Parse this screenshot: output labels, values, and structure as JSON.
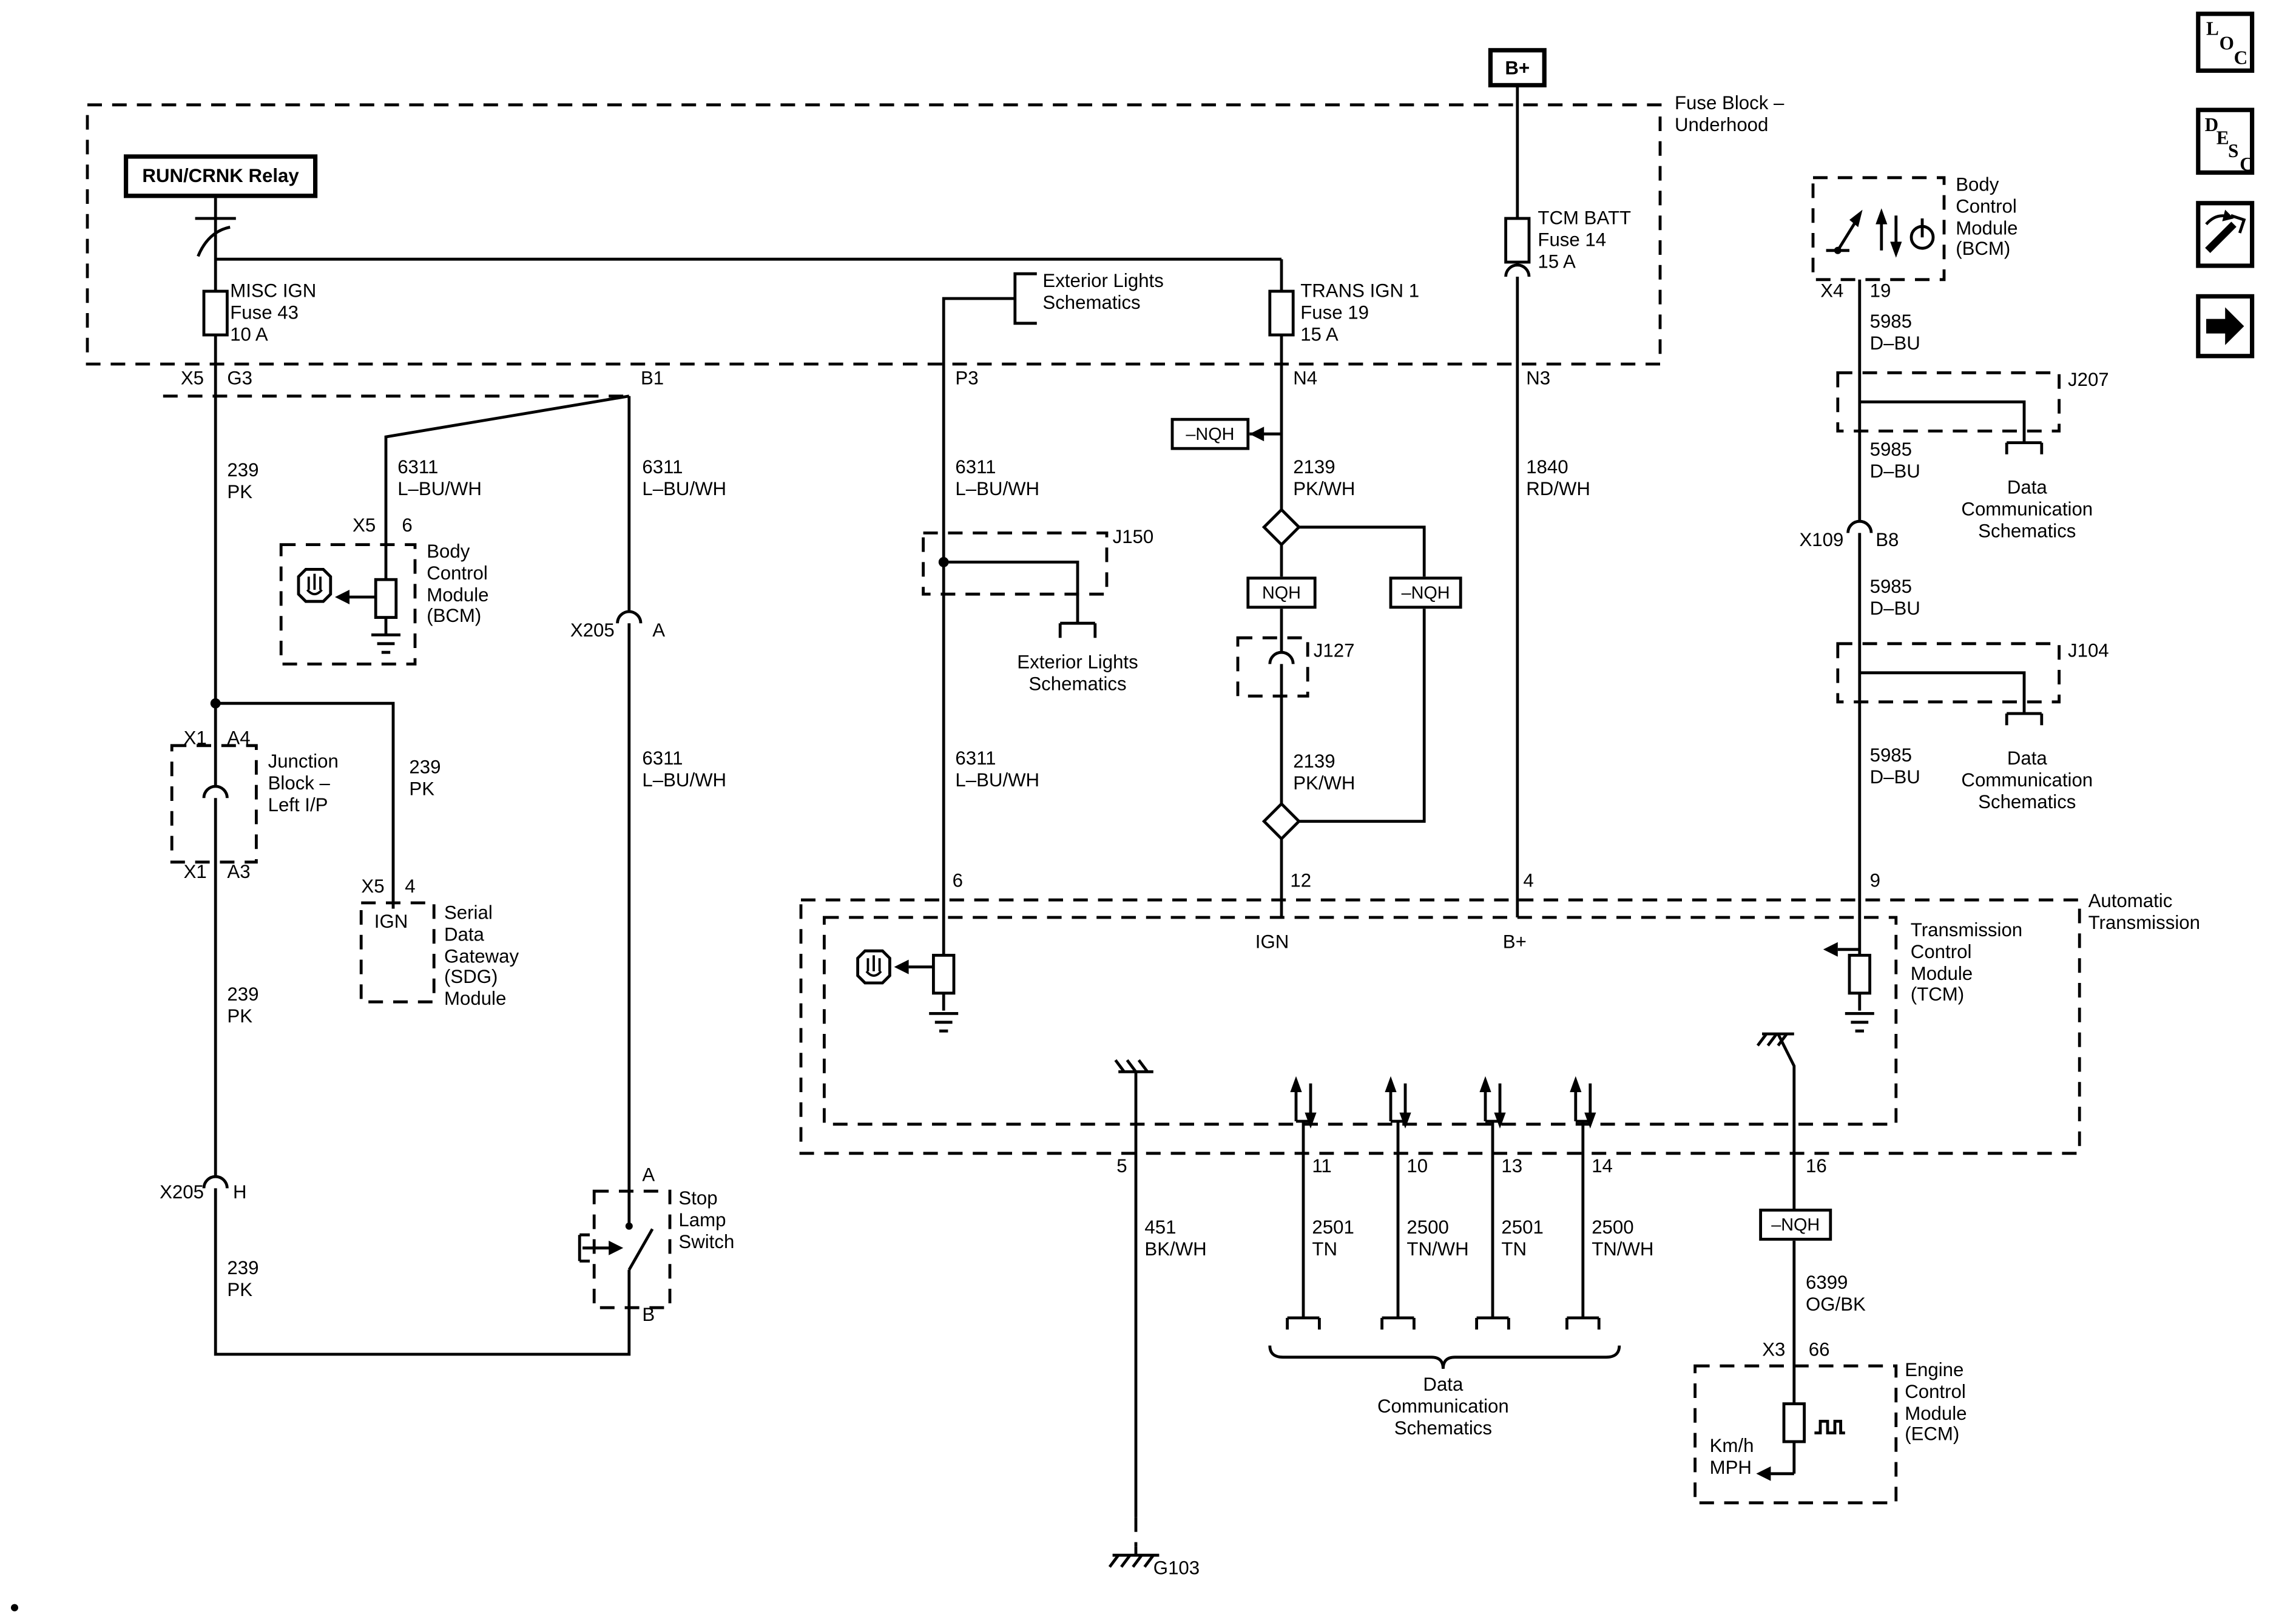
{
  "colors": {
    "line": "#000000",
    "background": "#ffffff"
  },
  "labels": {
    "fuse_block_title": "Fuse Block –\nUnderhood",
    "b_plus": "B+",
    "run_crnk_relay": "RUN/CRNK Relay",
    "misc_ign_fuse": "MISC IGN\nFuse 43\n10 A",
    "trans_ign_fuse": "TRANS IGN 1\nFuse 19\n15 A",
    "tcm_batt_fuse": "TCM BATT\nFuse 14\n15 A",
    "ext_lights_top": "Exterior Lights\nSchematics",
    "ext_lights_mid": "Exterior Lights\nSchematics",
    "conn_x5_a": "X5",
    "conn_g3": "G3",
    "conn_b1": "B1",
    "conn_p3": "P3",
    "conn_n4": "N4",
    "conn_n3": "N3",
    "w239_a": "239\nPK",
    "w239_b": "239\nPK",
    "w239_c": "239\nPK",
    "w239_d": "239\nPK",
    "w6311_a": "6311\nL–BU/WH",
    "w6311_b": "6311\nL–BU/WH",
    "w6311_c": "6311\nL–BU/WH",
    "w6311_d": "6311\nL–BU/WH",
    "w6311_e": "6311\nL–BU/WH",
    "conn_x5_b": "X5",
    "conn_pin6_bcm": "6",
    "bcm_left": "Body\nControl\nModule\n(BCM)",
    "conn_x205_a": "X205",
    "conn_pin_a": "A",
    "conn_x1_a": "X1",
    "conn_a4": "A4",
    "junction_block": "Junction\nBlock –\nLeft I/P",
    "conn_x1_b": "X1",
    "conn_a3": "A3",
    "conn_x5_c": "X5",
    "conn_pin4_sdg": "4",
    "sdg_ign": "IGN",
    "sdg_module": "Serial\nData\nGateway\n(SDG)\nModule",
    "conn_x205_h": "X205",
    "conn_pin_h": "H",
    "stop_lamp_switch": "Stop\nLamp\nSwitch",
    "stop_pin_a": "A",
    "stop_pin_b": "B",
    "j150": "J150",
    "j127": "J127",
    "j207": "J207",
    "j104": "J104",
    "tag_nqh": "NQH",
    "tag_neg_nqh_a": "–NQH",
    "tag_neg_nqh_b": "–NQH",
    "tag_neg_nqh_c": "–NQH",
    "w2139_a": "2139\nPK/WH",
    "w2139_b": "2139\nPK/WH",
    "w1840": "1840\nRD/WH",
    "bcm_right": "Body\nControl\nModule\n(BCM)",
    "conn_x4": "X4",
    "conn_pin19": "19",
    "w5985_a": "5985\nD–BU",
    "w5985_b": "5985\nD–BU",
    "w5985_c": "5985\nD–BU",
    "w5985_d": "5985\nD–BU",
    "dcs_a": "Data\nCommunication\nSchematics",
    "dcs_b": "Data\nCommunication\nSchematics",
    "dcs_c": "Data\nCommunication\nSchematics",
    "conn_x109": "X109",
    "conn_b8": "B8",
    "auto_transmission": "Automatic\nTransmission",
    "tcm_module": "Transmission\nControl\nModule\n(TCM)",
    "pin6": "6",
    "pin12": "12",
    "pin4": "4",
    "pin9": "9",
    "tcm_ign": "IGN",
    "tcm_bplus": "B+",
    "pin5": "5",
    "pin11": "11",
    "pin10": "10",
    "pin13": "13",
    "pin14": "14",
    "pin16": "16",
    "w451": "451\nBK/WH",
    "w2501_a": "2501\nTN",
    "w2500_a": "2500\nTN/WH",
    "w2501_b": "2501\nTN",
    "w2500_b": "2500\nTN/WH",
    "w6399": "6399\nOG/BK",
    "conn_x3": "X3",
    "conn_pin66": "66",
    "ecm_module": "Engine\nControl\nModule\n(ECM)",
    "kmh_mph": "Km/h\nMPH",
    "g103": "G103",
    "icon_loc": {
      "l": "L",
      "o": "O",
      "c": "C"
    },
    "icon_desc": {
      "d": "D",
      "e": "E",
      "s": "S",
      "c": "C"
    }
  },
  "icons": {
    "corner_buttons": [
      "loc-button",
      "desc-button",
      "tools-button",
      "forward-button"
    ],
    "symbols": [
      "stop-hand-icon",
      "splice-diamond",
      "ground-icon",
      "fuse-icon",
      "resistor-icon",
      "serial-data-arrows-icon",
      "power-icon",
      "ignition-lever-icon"
    ]
  }
}
